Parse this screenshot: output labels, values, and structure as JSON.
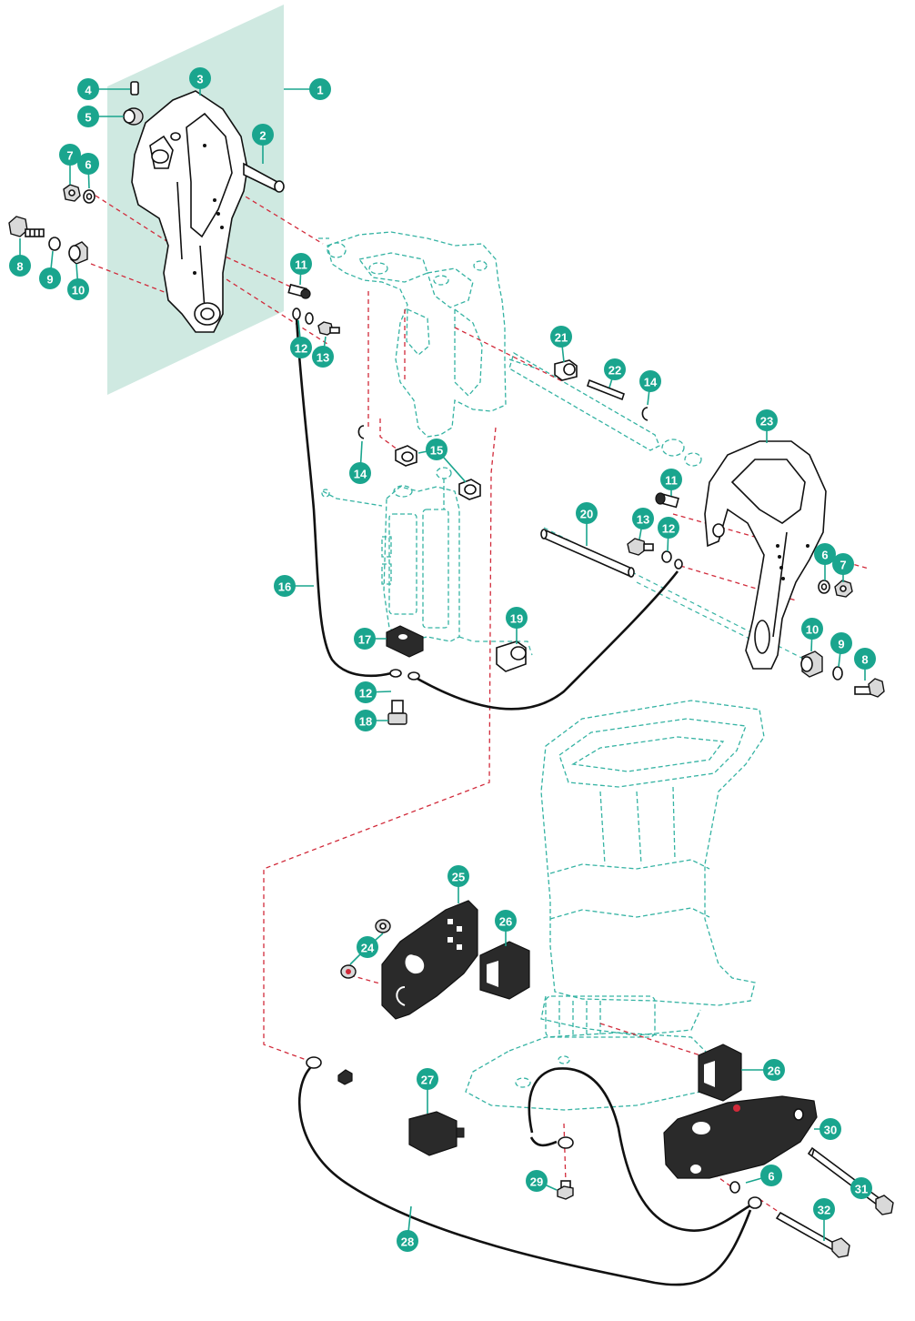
{
  "diagram": {
    "colors": {
      "callout": "#1aa58e",
      "panel": "#cfe9e1",
      "ghost_outline": "#35b3a3",
      "alignment_line": "#d12a3a",
      "part_outline": "#111111"
    },
    "callouts": [
      {
        "id": "c1",
        "label": "1"
      },
      {
        "id": "c2",
        "label": "2"
      },
      {
        "id": "c3",
        "label": "3"
      },
      {
        "id": "c4",
        "label": "4"
      },
      {
        "id": "c5",
        "label": "5"
      },
      {
        "id": "c6a",
        "label": "6"
      },
      {
        "id": "c7a",
        "label": "7"
      },
      {
        "id": "c8a",
        "label": "8"
      },
      {
        "id": "c9a",
        "label": "9"
      },
      {
        "id": "c10a",
        "label": "10"
      },
      {
        "id": "c11a",
        "label": "11"
      },
      {
        "id": "c12a",
        "label": "12"
      },
      {
        "id": "c13a",
        "label": "13"
      },
      {
        "id": "c14a",
        "label": "14"
      },
      {
        "id": "c14b",
        "label": "14"
      },
      {
        "id": "c15",
        "label": "15"
      },
      {
        "id": "c16",
        "label": "16"
      },
      {
        "id": "c17",
        "label": "17"
      },
      {
        "id": "c12b",
        "label": "12"
      },
      {
        "id": "c18",
        "label": "18"
      },
      {
        "id": "c19",
        "label": "19"
      },
      {
        "id": "c20",
        "label": "20"
      },
      {
        "id": "c21",
        "label": "21"
      },
      {
        "id": "c22",
        "label": "22"
      },
      {
        "id": "c23",
        "label": "23"
      },
      {
        "id": "c11b",
        "label": "11"
      },
      {
        "id": "c13b",
        "label": "13"
      },
      {
        "id": "c12c",
        "label": "12"
      },
      {
        "id": "c6b",
        "label": "6"
      },
      {
        "id": "c7b",
        "label": "7"
      },
      {
        "id": "c10b",
        "label": "10"
      },
      {
        "id": "c9b",
        "label": "9"
      },
      {
        "id": "c8b",
        "label": "8"
      },
      {
        "id": "c24",
        "label": "24"
      },
      {
        "id": "c25",
        "label": "25"
      },
      {
        "id": "c26a",
        "label": "26"
      },
      {
        "id": "c26b",
        "label": "26"
      },
      {
        "id": "c27",
        "label": "27"
      },
      {
        "id": "c28",
        "label": "28"
      },
      {
        "id": "c29",
        "label": "29"
      },
      {
        "id": "c30",
        "label": "30"
      },
      {
        "id": "c6c",
        "label": "6"
      },
      {
        "id": "c31",
        "label": "31"
      },
      {
        "id": "c32",
        "label": "32"
      }
    ]
  }
}
